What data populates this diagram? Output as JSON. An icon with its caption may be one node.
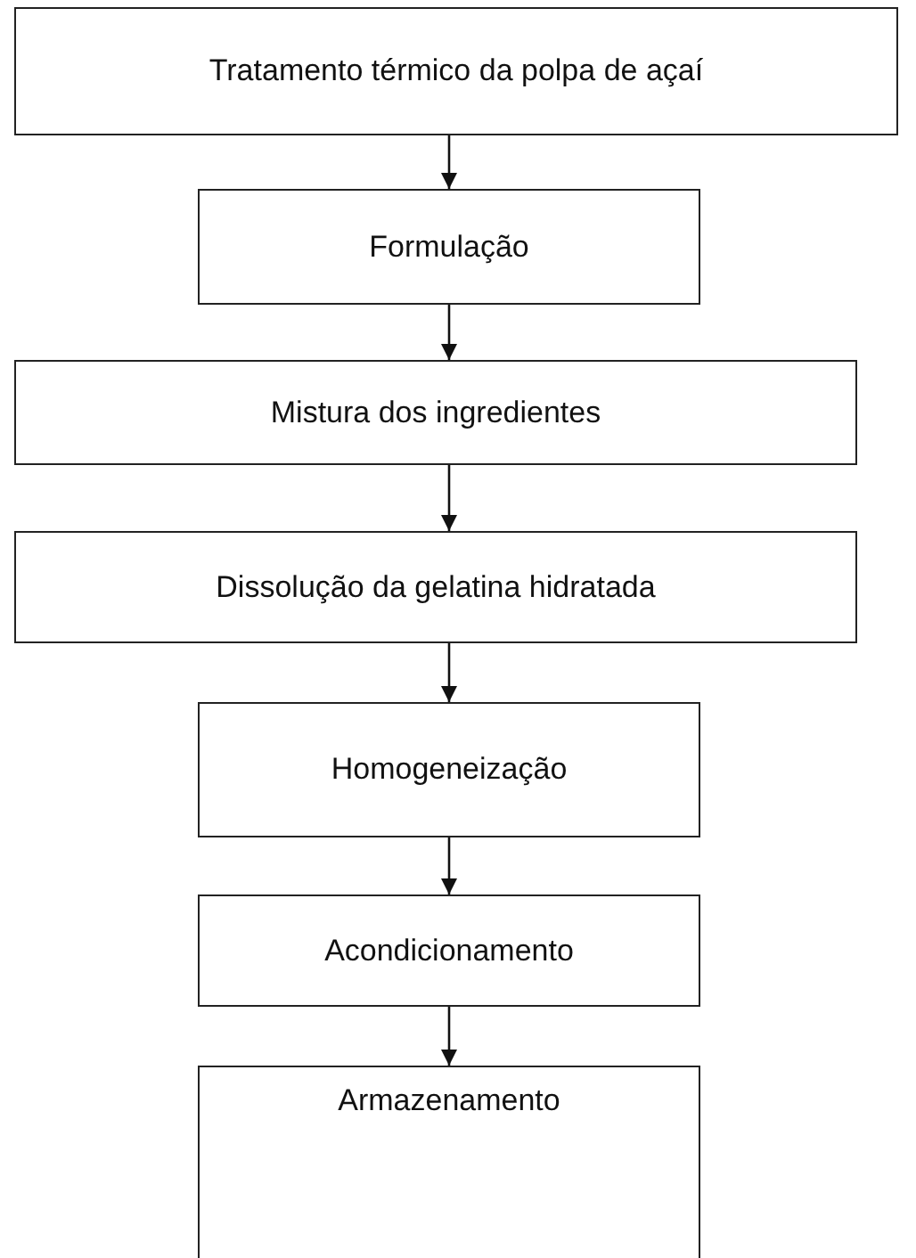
{
  "diagram": {
    "nodes": [
      {
        "text": [
          "Tratamento térmico da polpa de açaí"
        ]
      },
      {
        "text": [
          "Formulação"
        ]
      },
      {
        "text": [
          "Mistura dos ingredientes"
        ]
      },
      {
        "text": [
          "Dissolução da gelatina hidratada"
        ]
      },
      {
        "text": [
          "Homogeneização"
        ]
      },
      {
        "text": [
          "Acondicionamento"
        ]
      },
      {
        "text": [
          "Armazenamento"
        ]
      }
    ],
    "edges": [
      {
        "from": 0,
        "to": 1,
        "arrow": "to"
      },
      {
        "from": 1,
        "to": 2,
        "arrow": "to"
      },
      {
        "from": 2,
        "to": 3,
        "arrow": "to"
      },
      {
        "from": 3,
        "to": 4,
        "arrow": "to"
      },
      {
        "from": 4,
        "to": 5,
        "arrow": "to"
      },
      {
        "from": 5,
        "to": 6,
        "arrow": "to"
      }
    ]
  }
}
